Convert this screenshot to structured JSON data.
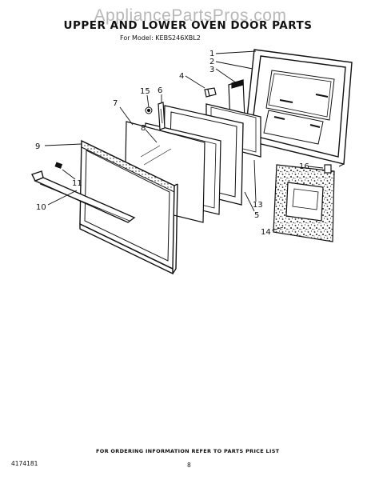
{
  "watermark": "AppliancePartsPros.com",
  "title": "UPPER AND LOWER OVEN DOOR PARTS",
  "subtitle": "For Model: KEBS246XBL2",
  "footer_note": "FOR ORDERING INFORMATION REFER TO PARTS PRICE LIST",
  "doc_number": "4174181",
  "page_number": "8",
  "callouts": [
    "1",
    "2",
    "3",
    "4",
    "5",
    "6",
    "7",
    "8",
    "9",
    "10",
    "11",
    "13",
    "14",
    "15",
    "16"
  ]
}
